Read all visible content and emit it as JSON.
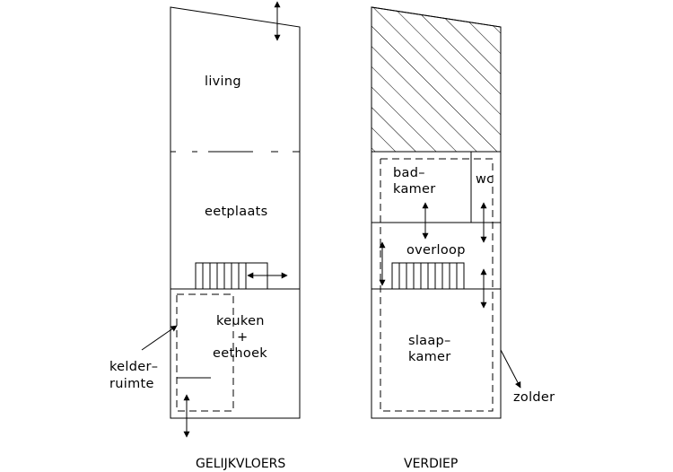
{
  "colors": {
    "line": "#000000",
    "background": "#ffffff"
  },
  "ground_floor": {
    "caption": "GELIJKVLOERS",
    "rooms": {
      "living": "living",
      "dining": "eetplaats",
      "kitchen": [
        "keuken",
        "+",
        "eethoek"
      ],
      "cellar": [
        "kelder–",
        "ruimte"
      ]
    }
  },
  "upper_floor": {
    "caption": "VERDIEP",
    "rooms": {
      "bathroom": [
        "bad–",
        "kamer"
      ],
      "toilet": "wc",
      "landing": "overloop",
      "bedroom": [
        "slaap–",
        "kamer"
      ],
      "attic": "zolder"
    }
  }
}
